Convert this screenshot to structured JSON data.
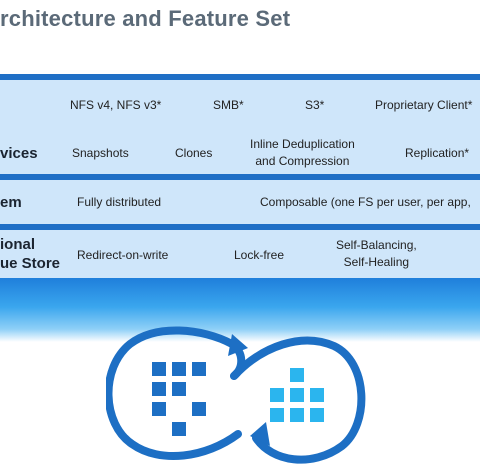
{
  "title": "rchitecture and Feature Set",
  "rows": [
    {
      "category": "",
      "features": [
        "NFS v4, NFS v3*",
        "SMB*",
        "S3*",
        "Proprietary Client*"
      ]
    },
    {
      "category": "vices",
      "features": [
        "Snapshots",
        "Clones",
        "Inline Deduplication\nand Compression",
        "Replication*"
      ]
    },
    {
      "category": "em",
      "features": [
        "Fully distributed",
        "Composable (one FS per user, per app,"
      ]
    },
    {
      "category": "ional\nue Store",
      "features": [
        "Redirect-on-write",
        "Lock-free",
        "Self-Balancing,\nSelf-Healing"
      ]
    }
  ],
  "colors": {
    "row_fill": "#cfe6fa",
    "row_border": "#1f6fc6",
    "logo_blue": "#1d6fc4",
    "logo_cyan": "#2bb5ee"
  },
  "logo": {
    "icon": "infinity-loop-storage-logo"
  }
}
